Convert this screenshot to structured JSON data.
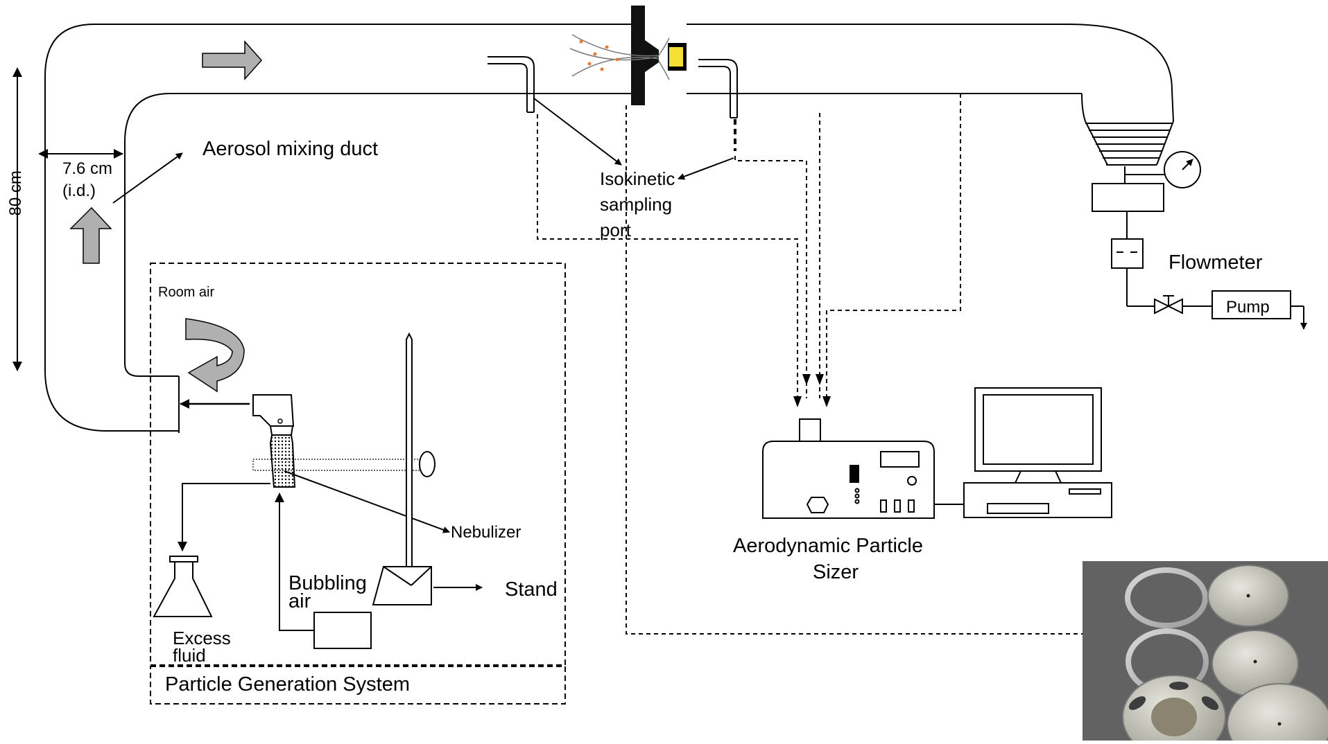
{
  "labels": {
    "aerosol_mixing_duct": "Aerosol mixing duct",
    "duct_diameter_line1": "7.6 cm",
    "duct_diameter_line2": "(i.d.)",
    "duct_height": "80 cm",
    "room_air": "Room air",
    "isokinetic_line1": "Isokinetic",
    "isokinetic_line2": "sampling",
    "isokinetic_line3": "port",
    "flowmeter": "Flowmeter",
    "pump": "Pump",
    "nebulizer": "Nebulizer",
    "stand": "Stand",
    "bubbling_line1": "Bubbling",
    "bubbling_line2": "air",
    "excess_line1": "Excess",
    "excess_line2": "fluid",
    "particle_generation_system": "Particle Generation System",
    "aps_line1": "Aerodynamic Particle",
    "aps_line2": "Sizer"
  },
  "colors": {
    "line": "#000000",
    "arrow_fill": "#b0b0b0",
    "filter_holder": "#f4e033",
    "particles": "#f07a2a",
    "photo_bg": "#5a5a5a"
  },
  "icons": {
    "flow_arrow": "flow-arrow-icon",
    "pressure_gauge": "pressure-gauge-icon",
    "valve": "valve-icon",
    "erlenmeyer_flask": "flask-icon",
    "computer": "computer-monitor-icon"
  }
}
